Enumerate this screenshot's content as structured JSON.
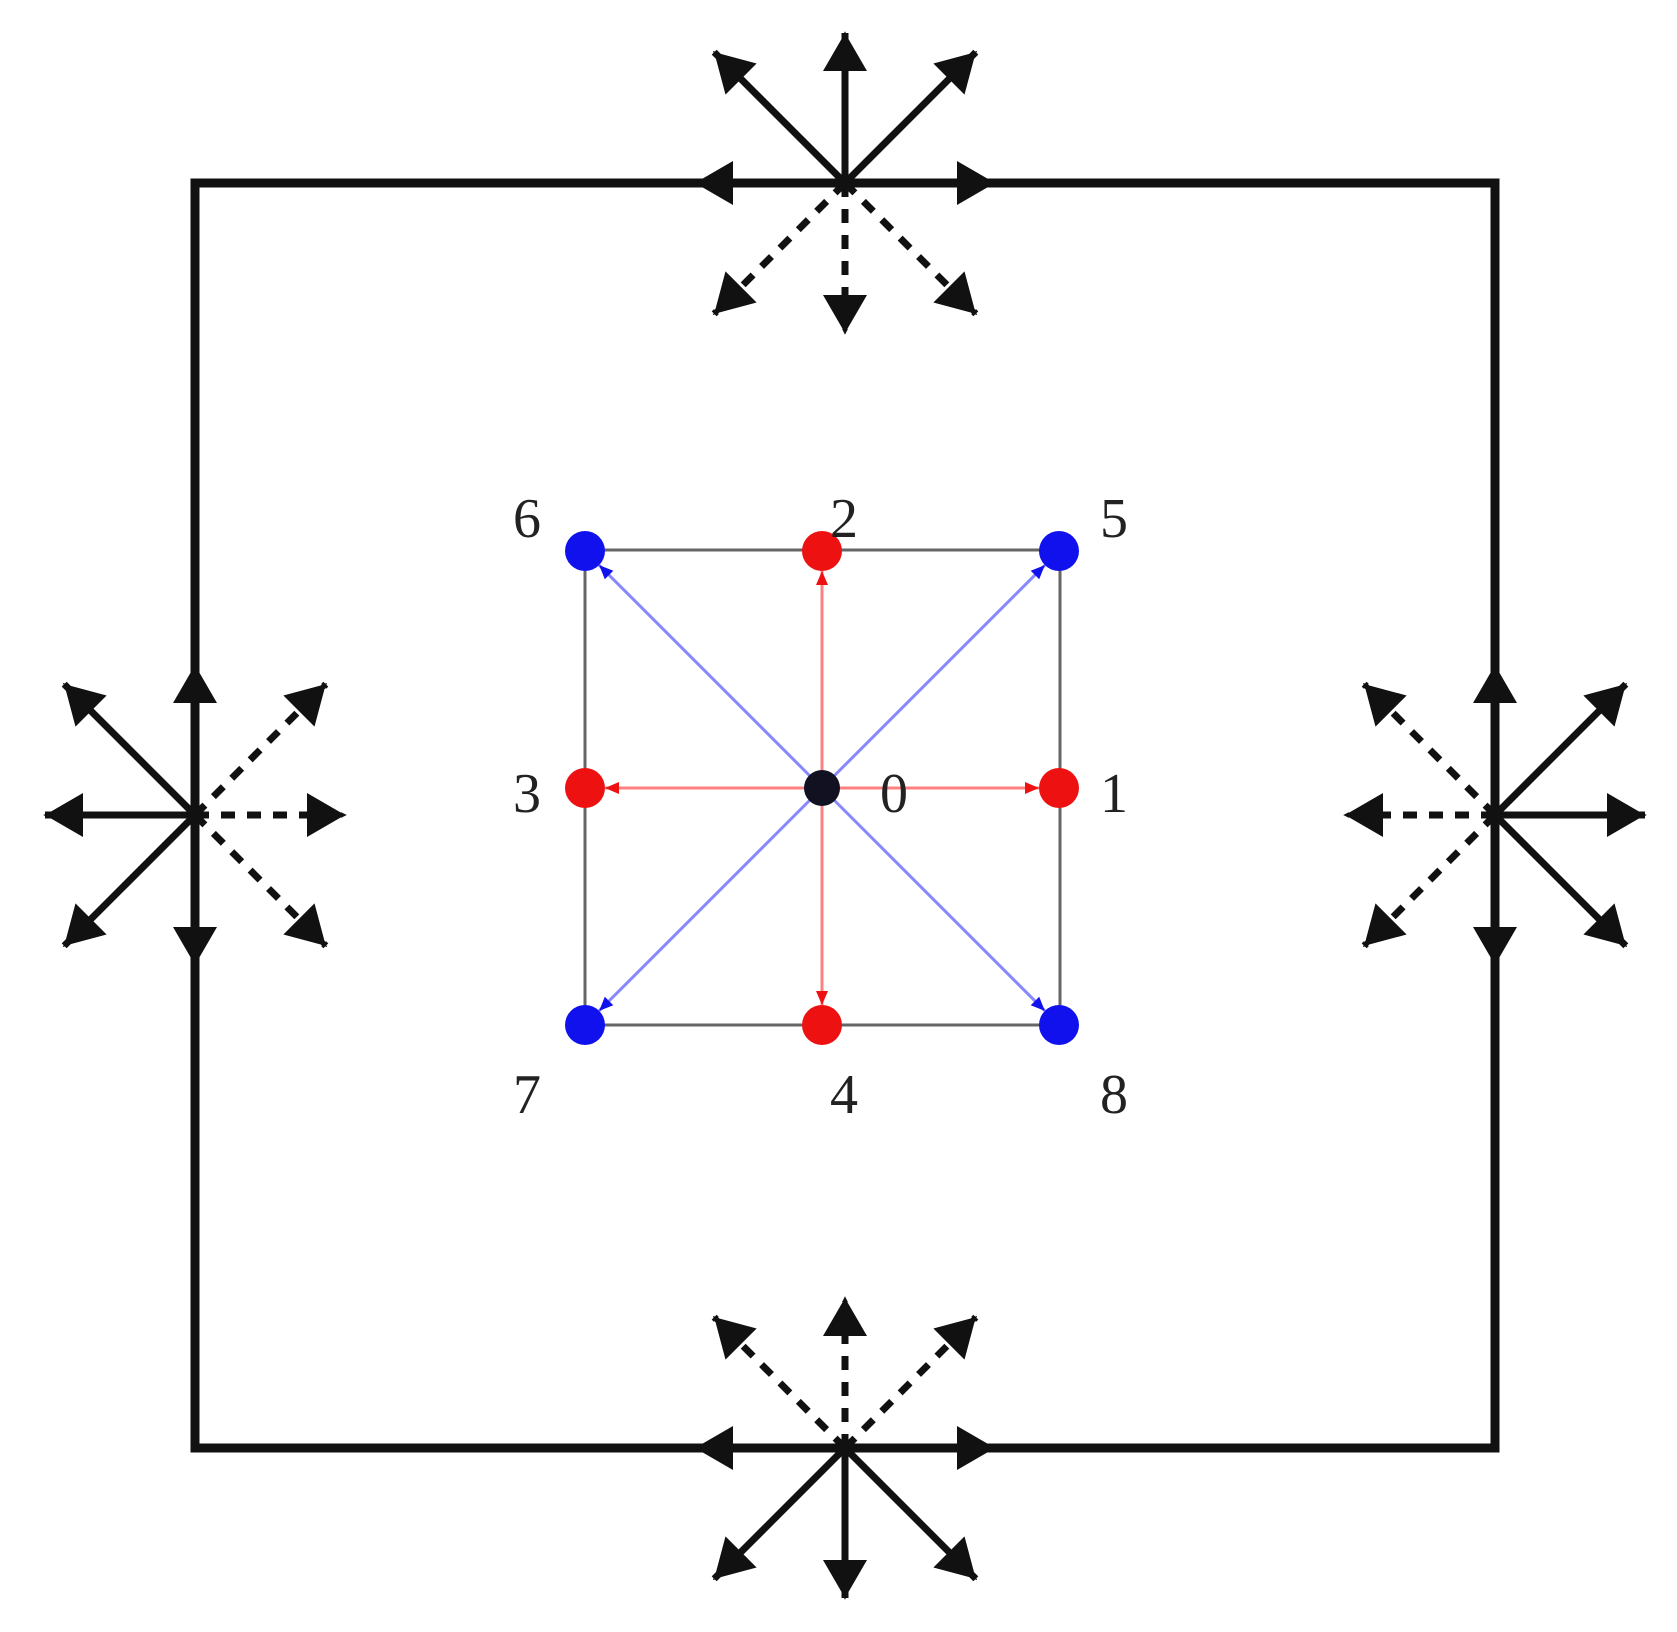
{
  "diagram": {
    "colors": {
      "boundary": "#111111",
      "lattice_square": "#666666",
      "axis_vector": "#ff8080",
      "diagonal_vector": "#8888ff",
      "axis_node": "#ee1111",
      "diagonal_node": "#1111ee",
      "center_node": "#111122"
    },
    "nodes": [
      {
        "id": "0",
        "label": "0",
        "type": "center"
      },
      {
        "id": "1",
        "label": "1",
        "type": "axis"
      },
      {
        "id": "2",
        "label": "2",
        "type": "axis"
      },
      {
        "id": "3",
        "label": "3",
        "type": "axis"
      },
      {
        "id": "4",
        "label": "4",
        "type": "axis"
      },
      {
        "id": "5",
        "label": "5",
        "type": "diagonal"
      },
      {
        "id": "6",
        "label": "6",
        "type": "diagonal"
      },
      {
        "id": "7",
        "label": "7",
        "type": "diagonal"
      },
      {
        "id": "8",
        "label": "8",
        "type": "diagonal"
      }
    ],
    "boundary_clusters": [
      {
        "side": "top",
        "solid_directions": [
          "1",
          "3",
          "2",
          "5",
          "6"
        ],
        "dashed_directions": [
          "4",
          "7",
          "8"
        ]
      },
      {
        "side": "bottom",
        "solid_directions": [
          "1",
          "3",
          "4",
          "7",
          "8"
        ],
        "dashed_directions": [
          "2",
          "5",
          "6"
        ]
      },
      {
        "side": "left",
        "solid_directions": [
          "2",
          "4",
          "3",
          "6",
          "7"
        ],
        "dashed_directions": [
          "1",
          "5",
          "8"
        ]
      },
      {
        "side": "right",
        "solid_directions": [
          "2",
          "4",
          "1",
          "5",
          "8"
        ],
        "dashed_directions": [
          "3",
          "6",
          "7"
        ]
      }
    ]
  }
}
